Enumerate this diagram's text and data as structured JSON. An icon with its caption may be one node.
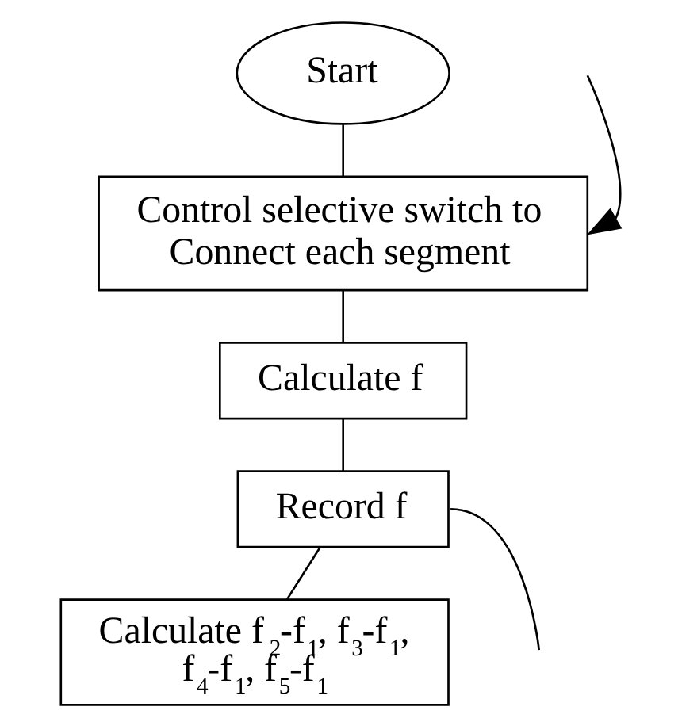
{
  "diagram": {
    "nodes": [
      {
        "text": [
          "Start"
        ]
      },
      {
        "text": [
          "Control selective switch to Connect each segment"
        ]
      },
      {
        "text": [
          "Calculate f"
        ]
      },
      {
        "text": [
          "Record f"
        ]
      },
      {
        "text": [
          "Calculate f$_{2}$-f$_{1}$, f$_{3}$-f$_{1}$, f$_{4}$-f$_{1}$, f$_{5}$-f$_{1}$"
        ]
      }
    ],
    "edges": [
      {
        "from": 0,
        "to": 1,
        "arrow": "none"
      },
      {
        "from": 1,
        "to": 2,
        "arrow": "none"
      },
      {
        "from": 2,
        "to": 3,
        "arrow": "none"
      },
      {
        "from": 3,
        "to": 4,
        "arrow": "none"
      },
      {
        "from": 3,
        "to": null,
        "arrow": "none"
      },
      {
        "from": null,
        "to": 1,
        "arrow": "to"
      }
    ]
  }
}
